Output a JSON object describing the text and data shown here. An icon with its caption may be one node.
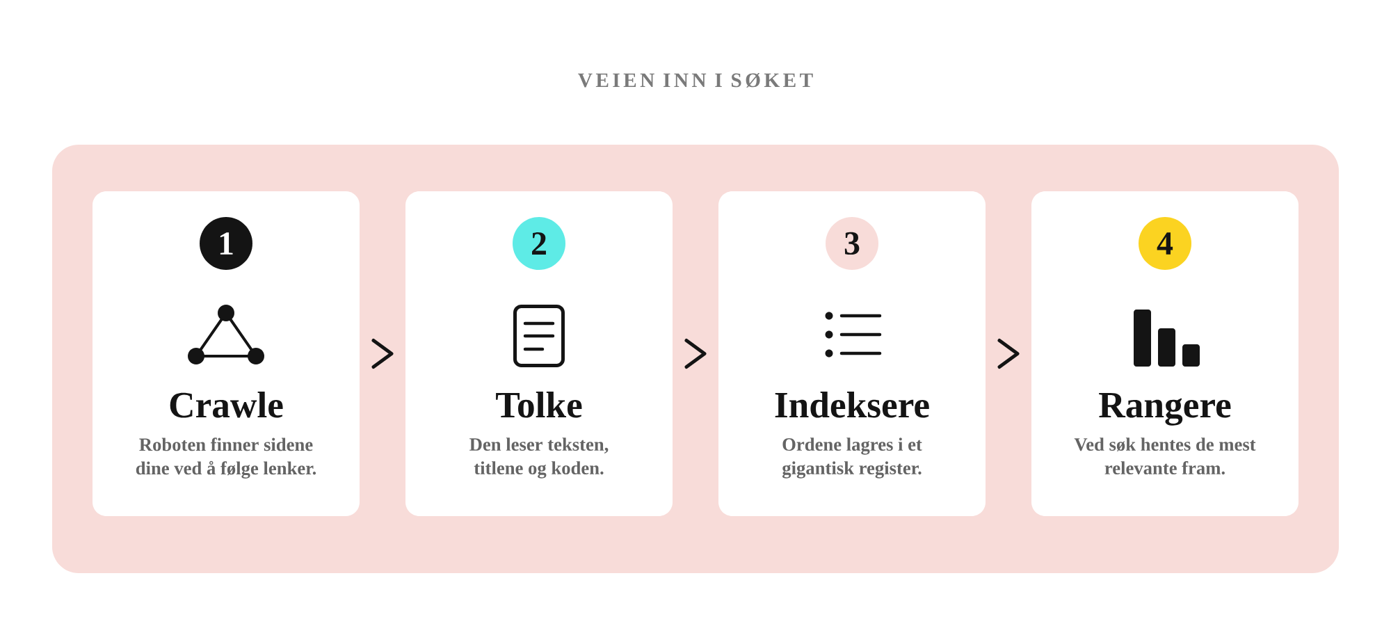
{
  "diagram": {
    "title": "VEIEN INN I SØKET",
    "nodes": [
      {
        "text": [],
        "shape": "box"
      },
      {
        "text": [
          "Crawle",
          "Roboten finner sidene dine ved å følge lenker."
        ],
        "in": 0
      },
      {
        "text": [
          "1"
        ],
        "in": 1
      },
      {
        "text": [
          "Tolke",
          "Den leser teksten, titlene og koden."
        ],
        "in": 0
      },
      {
        "text": [
          "2"
        ],
        "in": 3
      },
      {
        "text": [
          "Indeksere",
          "Ordene lagres i et gigantisk register."
        ],
        "in": 0
      },
      {
        "text": [
          "3"
        ],
        "in": 5
      },
      {
        "text": [
          "Rangere",
          "Ved søk hentes de mest relevante fram."
        ],
        "in": 0
      },
      {
        "text": [
          "4"
        ],
        "in": 7
      }
    ],
    "edges": [
      {
        "from": 1,
        "to": 3,
        "arrow": "to"
      },
      {
        "from": 3,
        "to": 5,
        "arrow": "to"
      },
      {
        "from": 5,
        "to": 7,
        "arrow": "to"
      }
    ]
  }
}
